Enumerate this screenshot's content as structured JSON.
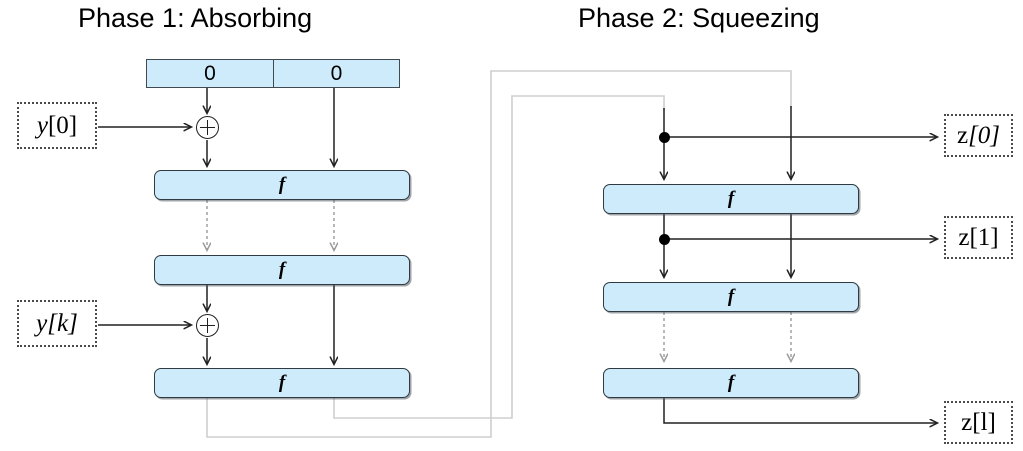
{
  "diagram": {
    "title_visible": false,
    "colors": {
      "block_fill": "#cdebfa",
      "block_stroke": "#2f3a42",
      "wire_black": "#202020",
      "wire_gray": "#9a9a9a",
      "feedback_gray": "#cfcfcf",
      "background": "#ffffff"
    }
  },
  "phases": [
    {
      "id": "phase-1",
      "title": "Phase 1: Absorbing"
    },
    {
      "id": "phase-2",
      "title": "Phase 2: Squeezing"
    }
  ],
  "state_bar": {
    "cells": [
      {
        "label": "0"
      },
      {
        "label": "0"
      }
    ]
  },
  "phase1": {
    "blocks": [
      {
        "label": "f"
      },
      {
        "label": "f"
      },
      {
        "label": "f"
      }
    ],
    "inputs": [
      {
        "var": "y",
        "index": "[0]"
      },
      {
        "var": "y",
        "index": "[k]"
      }
    ],
    "operators": [
      {
        "name": "xor",
        "glyph": "+"
      },
      {
        "name": "xor",
        "glyph": "+"
      }
    ]
  },
  "phase2": {
    "blocks": [
      {
        "label": "f"
      },
      {
        "label": "f"
      },
      {
        "label": "f"
      }
    ],
    "outputs": [
      {
        "var": "z",
        "index": "[0]"
      },
      {
        "var": "z",
        "index": "[1]"
      },
      {
        "var": "z",
        "index": "[l]"
      }
    ]
  }
}
